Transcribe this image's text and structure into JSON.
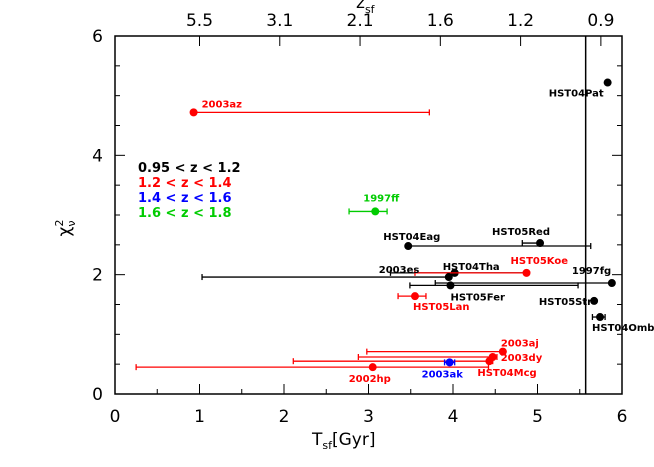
{
  "chart_data": {
    "type": "scatter",
    "xlabel_main": "T",
    "xlabel_sub": "sf",
    "xlabel_unit": "[Gyr]",
    "ylabel_main": "χ",
    "ylabel_sub": "ν",
    "ylabel_sup": "2",
    "top_axis_label_main": "z",
    "top_axis_label_sub": "sf",
    "xlim": [
      0,
      6.0
    ],
    "ylim": [
      0,
      6.0
    ],
    "x_ticks": [
      "0",
      "1",
      "2",
      "3",
      "4",
      "5",
      "6"
    ],
    "y_ticks": [
      "0",
      "2",
      "4",
      "6"
    ],
    "top_ticks": [
      {
        "x": 1.0,
        "label": "5.5"
      },
      {
        "x": 1.95,
        "label": "3.1"
      },
      {
        "x": 2.9,
        "label": "2.1"
      },
      {
        "x": 3.85,
        "label": "1.6"
      },
      {
        "x": 4.8,
        "label": "1.2"
      },
      {
        "x": 5.75,
        "label": "0.9"
      }
    ],
    "vertical_line_x": 5.57,
    "legend": [
      {
        "text": "0.95 < z < 1.2",
        "color": "#000000"
      },
      {
        "text": "1.2 < z < 1.4",
        "color": "#ff0000"
      },
      {
        "text": "1.4 < z < 1.6",
        "color": "#0000ff"
      },
      {
        "text": "1.6 < z < 1.8",
        "color": "#00cc00"
      }
    ],
    "points": [
      {
        "label": "HST04Pat",
        "x": 5.83,
        "y": 5.22,
        "xerr": null,
        "color": "#000000"
      },
      {
        "label": "2003az",
        "x": 0.93,
        "y": 4.72,
        "xerr": [
          0.93,
          3.72
        ],
        "color": "#ff0000"
      },
      {
        "label": "1997ff",
        "x": 3.08,
        "y": 3.06,
        "xerr": [
          2.77,
          3.22
        ],
        "color": "#00cc00"
      },
      {
        "label": "HST04Eag",
        "x": 3.47,
        "y": 2.48,
        "xerr": [
          3.47,
          5.63
        ],
        "color": "#000000"
      },
      {
        "label": "HST05Red",
        "x": 5.03,
        "y": 2.53,
        "xerr": [
          4.82,
          5.03
        ],
        "color": "#000000"
      },
      {
        "label": "HST04Tha",
        "x": 4.02,
        "y": 2.03,
        "xerr": [
          3.26,
          4.86
        ],
        "color": "#000000"
      },
      {
        "label": "HST05Koe",
        "x": 4.87,
        "y": 2.03,
        "xerr": [
          3.55,
          4.87
        ],
        "color": "#ff0000"
      },
      {
        "label": "2003es",
        "x": 3.95,
        "y": 1.96,
        "xerr": [
          1.03,
          3.95
        ],
        "color": "#000000"
      },
      {
        "label": "1997fg",
        "x": 5.88,
        "y": 1.86,
        "xerr": [
          3.79,
          5.88
        ],
        "color": "#000000"
      },
      {
        "label": "HST05Fer",
        "x": 3.97,
        "y": 1.82,
        "xerr": [
          3.49,
          5.48
        ],
        "color": "#000000"
      },
      {
        "label": "HST05Lan",
        "x": 3.55,
        "y": 1.64,
        "xerr": [
          3.35,
          3.68
        ],
        "color": "#ff0000"
      },
      {
        "label": "HST05Str",
        "x": 5.67,
        "y": 1.56,
        "xerr": null,
        "color": "#000000"
      },
      {
        "label": "HST04Omb",
        "x": 5.74,
        "y": 1.29,
        "xerr": [
          5.65,
          5.8
        ],
        "color": "#000000"
      },
      {
        "label": "2003aj",
        "x": 4.59,
        "y": 0.71,
        "xerr": [
          2.98,
          4.59
        ],
        "color": "#ff0000"
      },
      {
        "label": "2003dy",
        "x": 4.47,
        "y": 0.62,
        "xerr": [
          2.88,
          4.52
        ],
        "color": "#ff0000"
      },
      {
        "label": "HST04Mcg",
        "x": 4.43,
        "y": 0.55,
        "xerr": [
          2.11,
          4.47
        ],
        "color": "#ff0000"
      },
      {
        "label": "2002hp",
        "x": 3.05,
        "y": 0.45,
        "xerr": [
          0.25,
          4.42
        ],
        "color": "#ff0000"
      },
      {
        "label": "2003ak",
        "x": 3.96,
        "y": 0.53,
        "xerr": [
          3.9,
          4.02
        ],
        "color": "#0000ff"
      }
    ]
  }
}
